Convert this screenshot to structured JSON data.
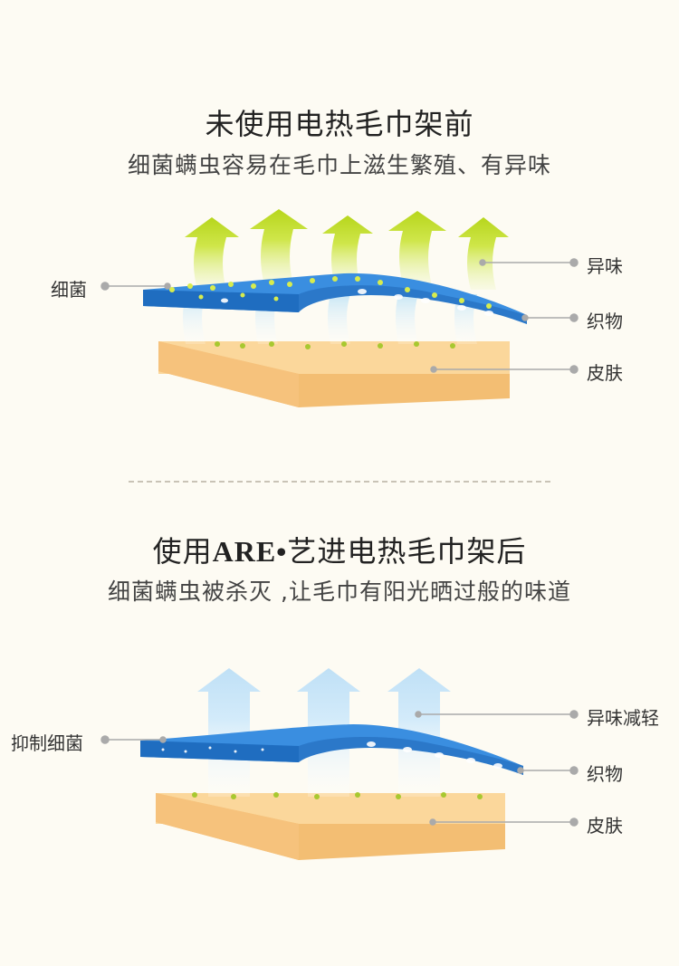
{
  "sections": [
    {
      "title": "未使用电热毛巾架前",
      "subtitle": "细菌螨虫容易在毛巾上滋生繁殖、有异味",
      "labels": {
        "bacteria": "细菌",
        "odor": "异味",
        "fabric": "织物",
        "skin": "皮肤"
      }
    },
    {
      "title_prefix": "使用",
      "title_brand": "ARE",
      "title_dot": "•",
      "title_suffix": "艺进电热毛巾架后",
      "subtitle": "细菌螨虫被杀灭 ,让毛巾有阳光晒过般的味道",
      "labels": {
        "bacteria": "抑制细菌",
        "odor": "异味减轻",
        "fabric": "织物",
        "skin": "皮肤"
      }
    }
  ],
  "colors": {
    "background": "#fdfbf3",
    "skin": "#f7c985",
    "fabric": "#2f7fd0",
    "odor_arrow": "#c6e23a",
    "fresh_arrow": "#cde6f7",
    "leader": "#aaaaaa"
  }
}
